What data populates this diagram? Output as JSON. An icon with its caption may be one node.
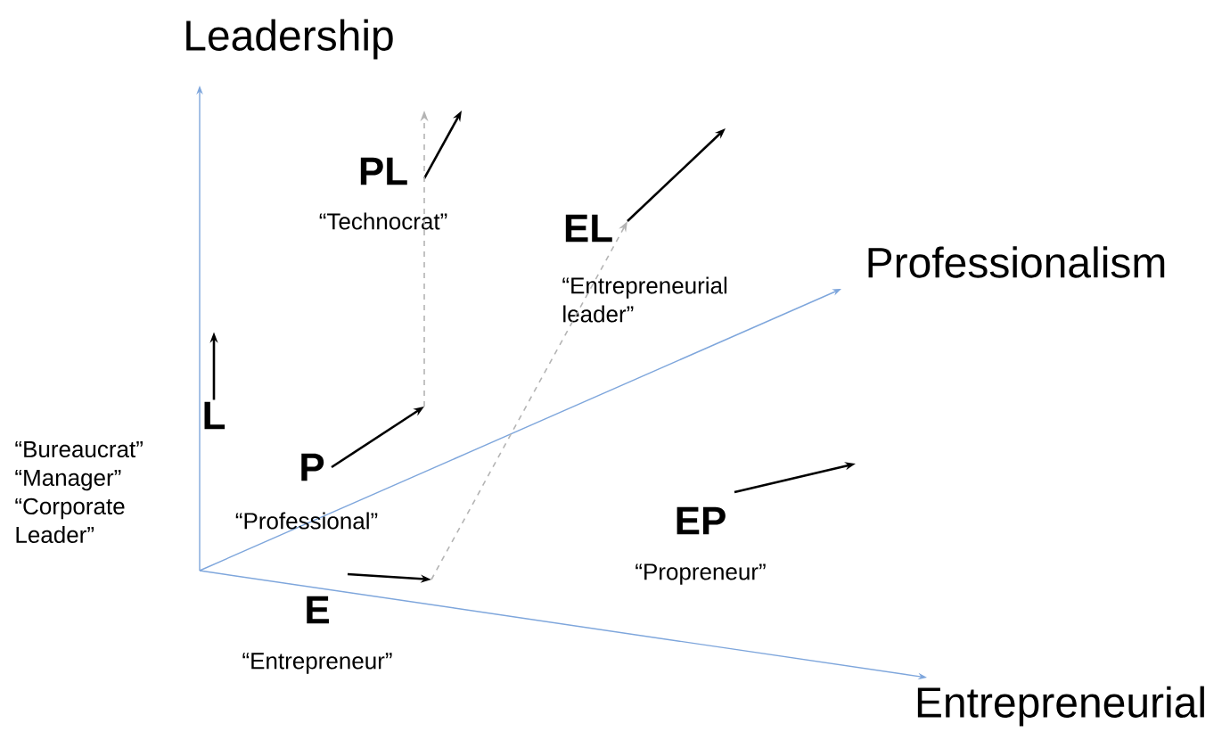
{
  "diagram": {
    "nodes": [
      {
        "text": [
          "L"
        ],
        "beside": [
          "“Bureaucrat”",
          "“Manager”",
          "“Corporate Leader”"
        ]
      },
      {
        "text": [
          "P"
        ],
        "beside": [
          "“Professional”"
        ]
      },
      {
        "text": [
          "E"
        ],
        "beside": [
          "“Entrepreneur”"
        ]
      },
      {
        "text": [
          "PL"
        ],
        "beside": [
          "“Technocrat”"
        ]
      },
      {
        "text": [
          "EL"
        ],
        "beside": [
          "“Entrepreneurial leader”"
        ]
      },
      {
        "text": [
          "EP"
        ],
        "beside": [
          "“Propreneur”"
        ]
      }
    ],
    "edges": [
      {
        "from": 0,
        "to": null,
        "arrow": "to"
      },
      {
        "from": 1,
        "to": null,
        "arrow": "to"
      },
      {
        "from": 2,
        "to": null,
        "arrow": "to"
      },
      {
        "from": 3,
        "to": null,
        "arrow": "to"
      },
      {
        "from": 4,
        "to": null,
        "arrow": "to"
      },
      {
        "from": 5,
        "to": null,
        "arrow": "to"
      },
      {
        "from": 1,
        "to": 3,
        "arrow": "to",
        "style": "dashed",
        "color": "#b4b4b4"
      },
      {
        "from": 2,
        "to": 4,
        "arrow": "to",
        "style": "dashed",
        "color": "#b4b4b4"
      }
    ],
    "labels": [
      "Leadership",
      "Professionalism",
      "Entrepreneurial"
    ]
  }
}
